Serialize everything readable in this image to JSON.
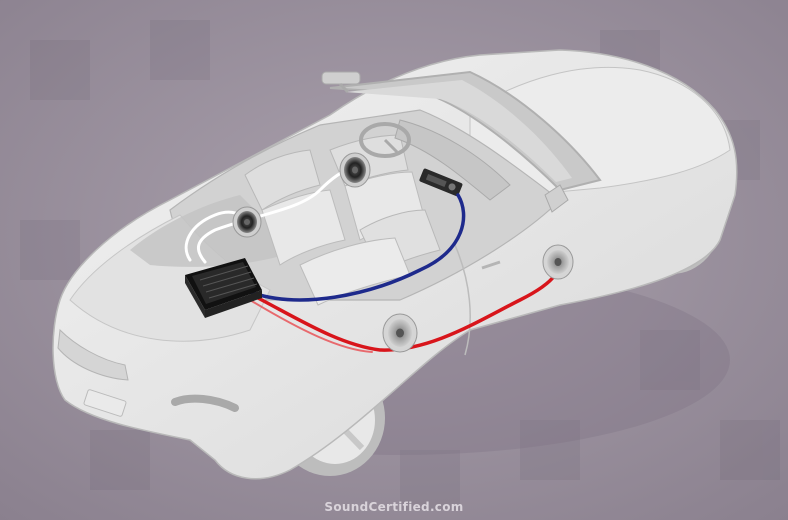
{
  "watermark": "SoundCertified.com",
  "colors": {
    "background": "#988e9b",
    "car_body": "#e6e6e6",
    "interior": "#cfcfcf",
    "amplifier": "#1a1a1a",
    "rca_cable": "#1e2a8c",
    "power_cable": "#d8151b",
    "speaker_wire": "#ffffff",
    "watermark": "#d9d3da"
  },
  "components": [
    "amplifier",
    "head-unit",
    "rear-speaker-left",
    "rear-speaker-right",
    "front-door-speaker",
    "rear-door-speaker"
  ]
}
